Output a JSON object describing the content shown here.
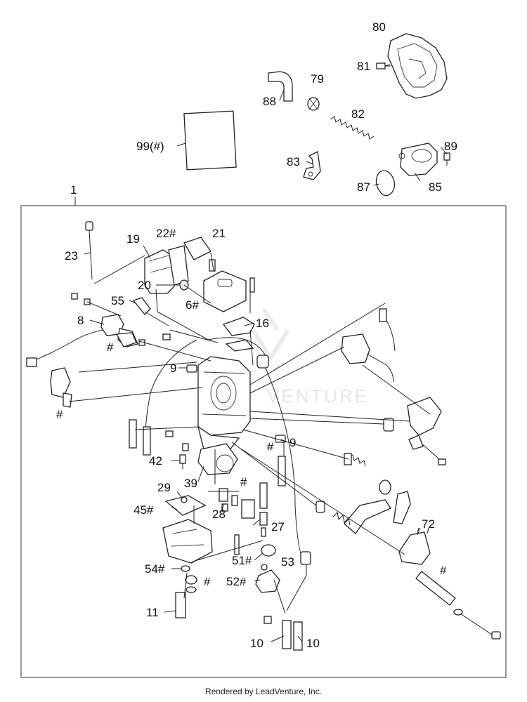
{
  "footer": "Rendered by LeadVenture, Inc.",
  "watermark": "VENTURE",
  "callouts": {
    "c1": "1",
    "c80": "80",
    "c81": "81",
    "c79": "79",
    "c88": "88",
    "c82": "82",
    "c99": "99(#)",
    "c83": "83",
    "c89": "89",
    "c87": "87",
    "c85": "85",
    "c23": "23",
    "c19": "19",
    "c22": "22#",
    "c21": "21",
    "c20": "20",
    "c55": "55",
    "c6": "6#",
    "c8": "8",
    "c16": "16",
    "c8h": "#",
    "c9a": "9",
    "c9b": "9",
    "c9ha": "#",
    "c9hb": "#",
    "c42": "42",
    "c39": "39",
    "c29": "29",
    "c45": "45#",
    "c28": "28",
    "c28h": "#",
    "c27": "27",
    "c72": "72",
    "c54": "54#",
    "c51": "51#",
    "c53": "53",
    "c52": "52#",
    "cpl": "#",
    "c72h": "#",
    "c11": "11",
    "c10a": "10",
    "c10b": "10"
  }
}
